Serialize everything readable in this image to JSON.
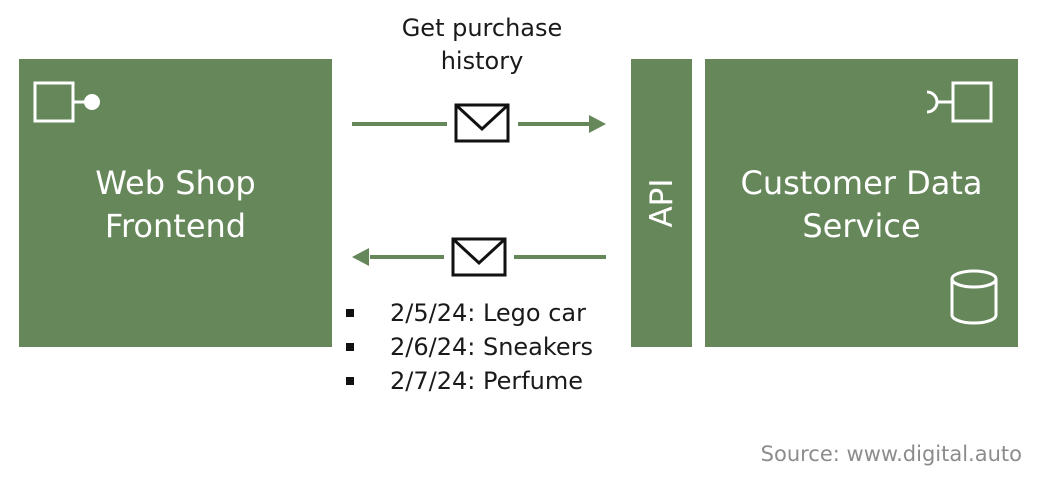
{
  "frontend": {
    "title": "Web Shop\nFrontend",
    "icon": "application-component-icon"
  },
  "api": {
    "label": "API"
  },
  "service": {
    "title": "Customer Data\nService",
    "icons": [
      "application-interface-icon",
      "data-store-icon"
    ]
  },
  "request": {
    "label": "Get purchase\nhistory",
    "icon": "envelope-icon"
  },
  "response": {
    "icon": "envelope-icon",
    "items": [
      "2/5/24: Lego car",
      "2/6/24: Sneakers",
      "2/7/24: Perfume"
    ]
  },
  "source": "Source: www.digital.auto",
  "colors": {
    "box": "#66875a",
    "arrow": "#66875a",
    "text_light": "#ffffff",
    "source_text": "#8c8c8c"
  }
}
